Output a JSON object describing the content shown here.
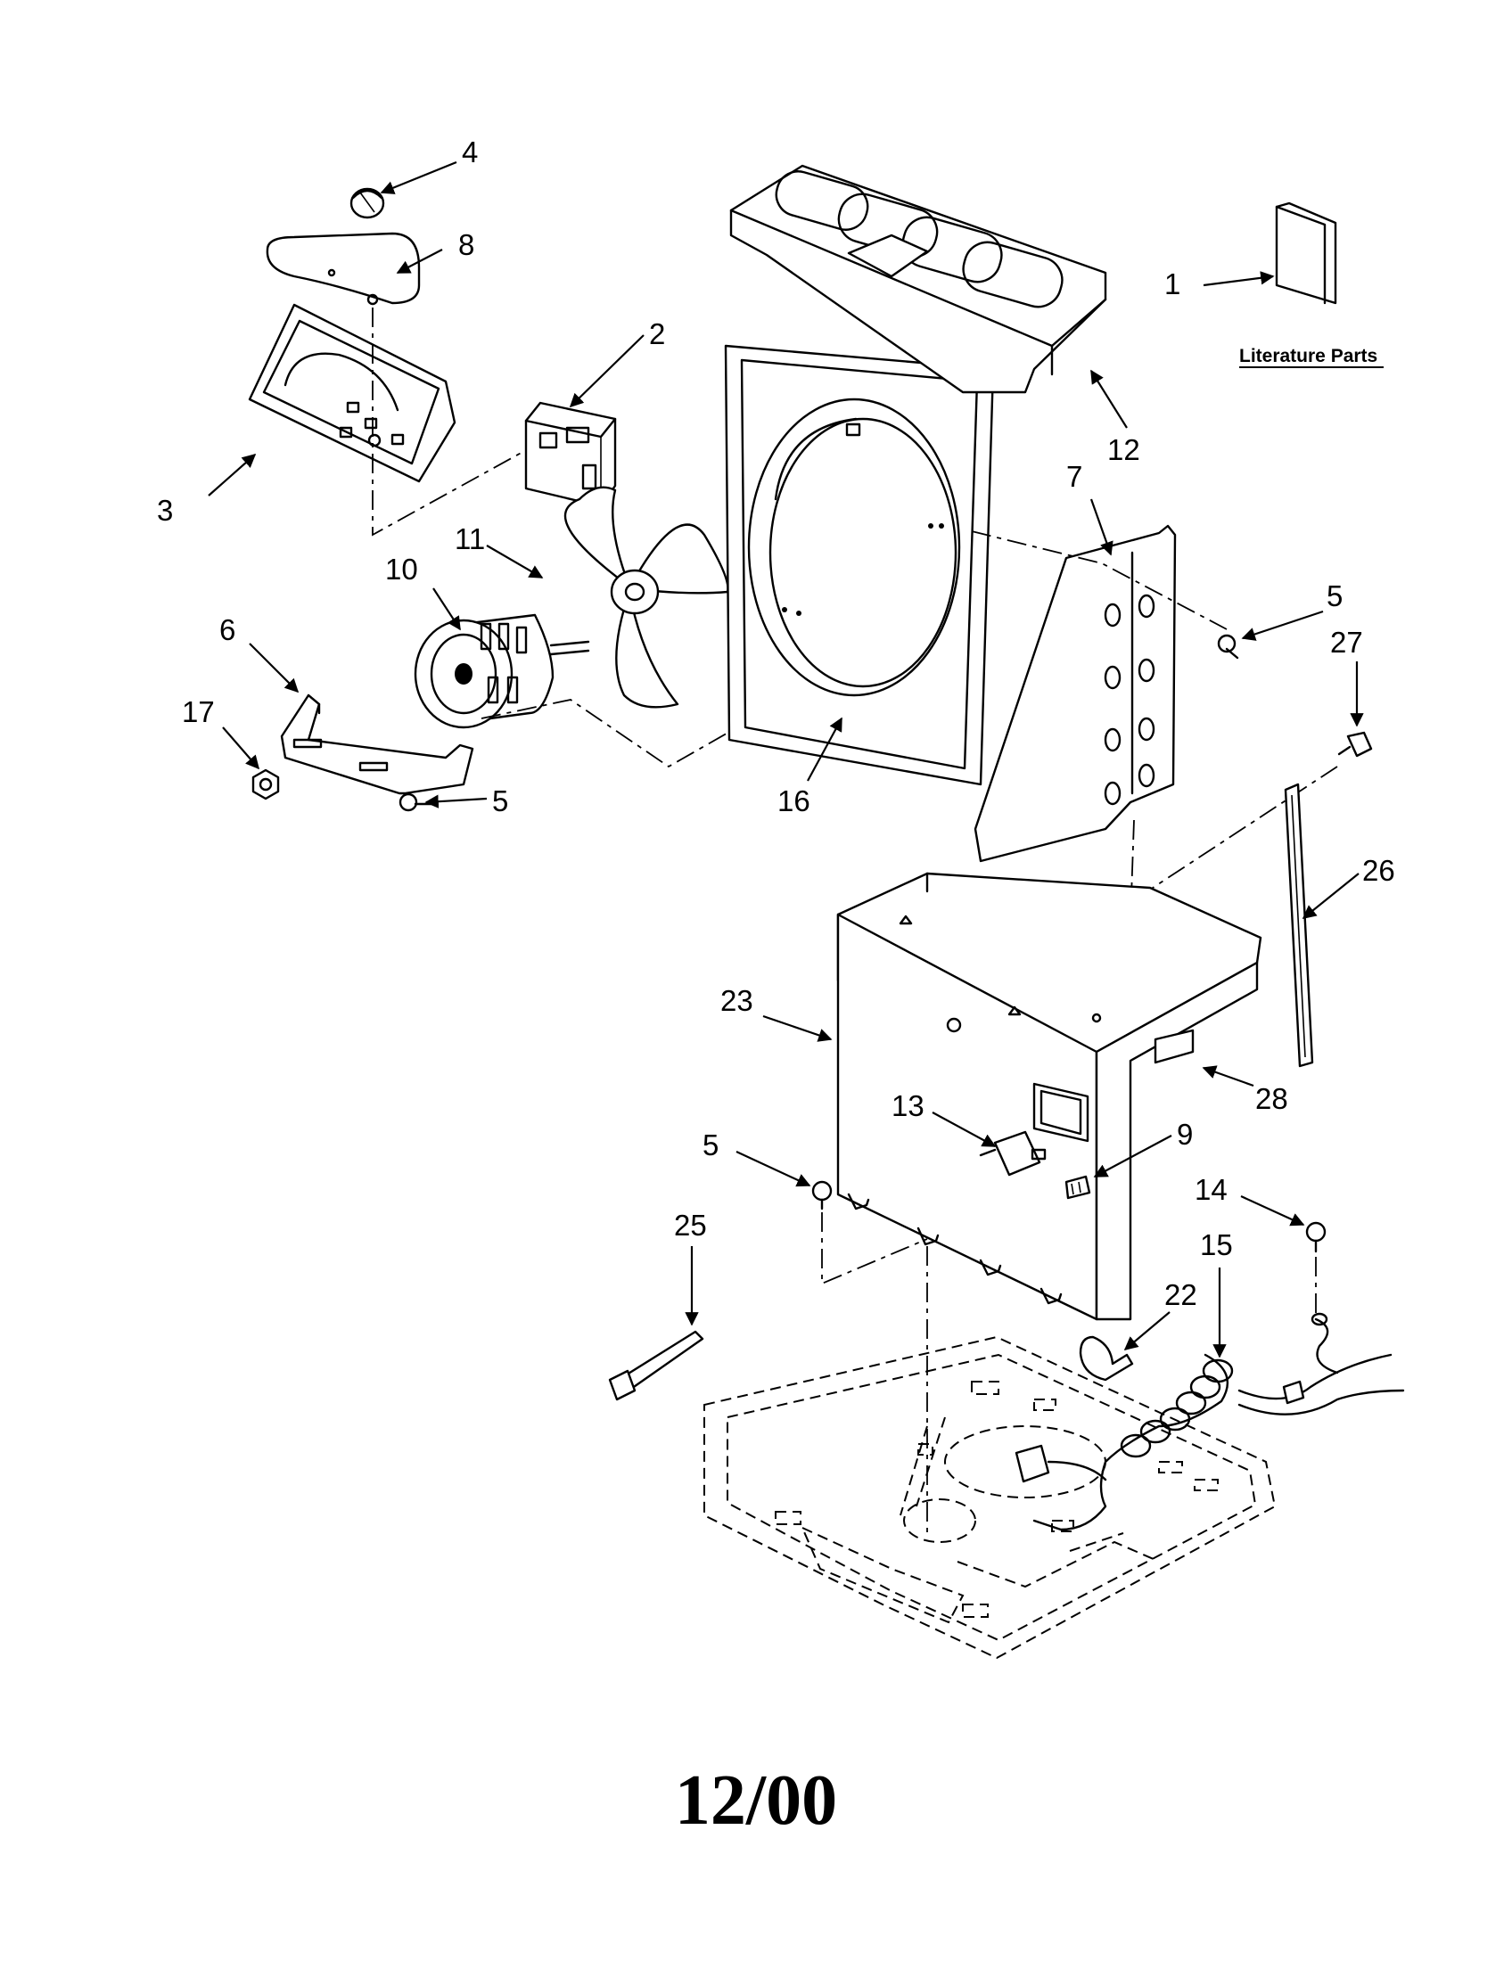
{
  "callouts": [
    {
      "id": "4",
      "label": "4"
    },
    {
      "id": "8",
      "label": "8"
    },
    {
      "id": "2",
      "label": "2"
    },
    {
      "id": "3",
      "label": "3"
    },
    {
      "id": "11",
      "label": "11"
    },
    {
      "id": "10",
      "label": "10"
    },
    {
      "id": "6",
      "label": "6"
    },
    {
      "id": "17",
      "label": "17"
    },
    {
      "id": "5a",
      "label": "5"
    },
    {
      "id": "16",
      "label": "16"
    },
    {
      "id": "12",
      "label": "12"
    },
    {
      "id": "1",
      "label": "1"
    },
    {
      "id": "7",
      "label": "7"
    },
    {
      "id": "5b",
      "label": "5"
    },
    {
      "id": "27",
      "label": "27"
    },
    {
      "id": "26",
      "label": "26"
    },
    {
      "id": "23",
      "label": "23"
    },
    {
      "id": "28",
      "label": "28"
    },
    {
      "id": "13",
      "label": "13"
    },
    {
      "id": "9",
      "label": "9"
    },
    {
      "id": "5c",
      "label": "5"
    },
    {
      "id": "14",
      "label": "14"
    },
    {
      "id": "15",
      "label": "15"
    },
    {
      "id": "25",
      "label": "25"
    },
    {
      "id": "22",
      "label": "22"
    }
  ],
  "literature_label": "Literature Parts",
  "date_code": "12/00"
}
